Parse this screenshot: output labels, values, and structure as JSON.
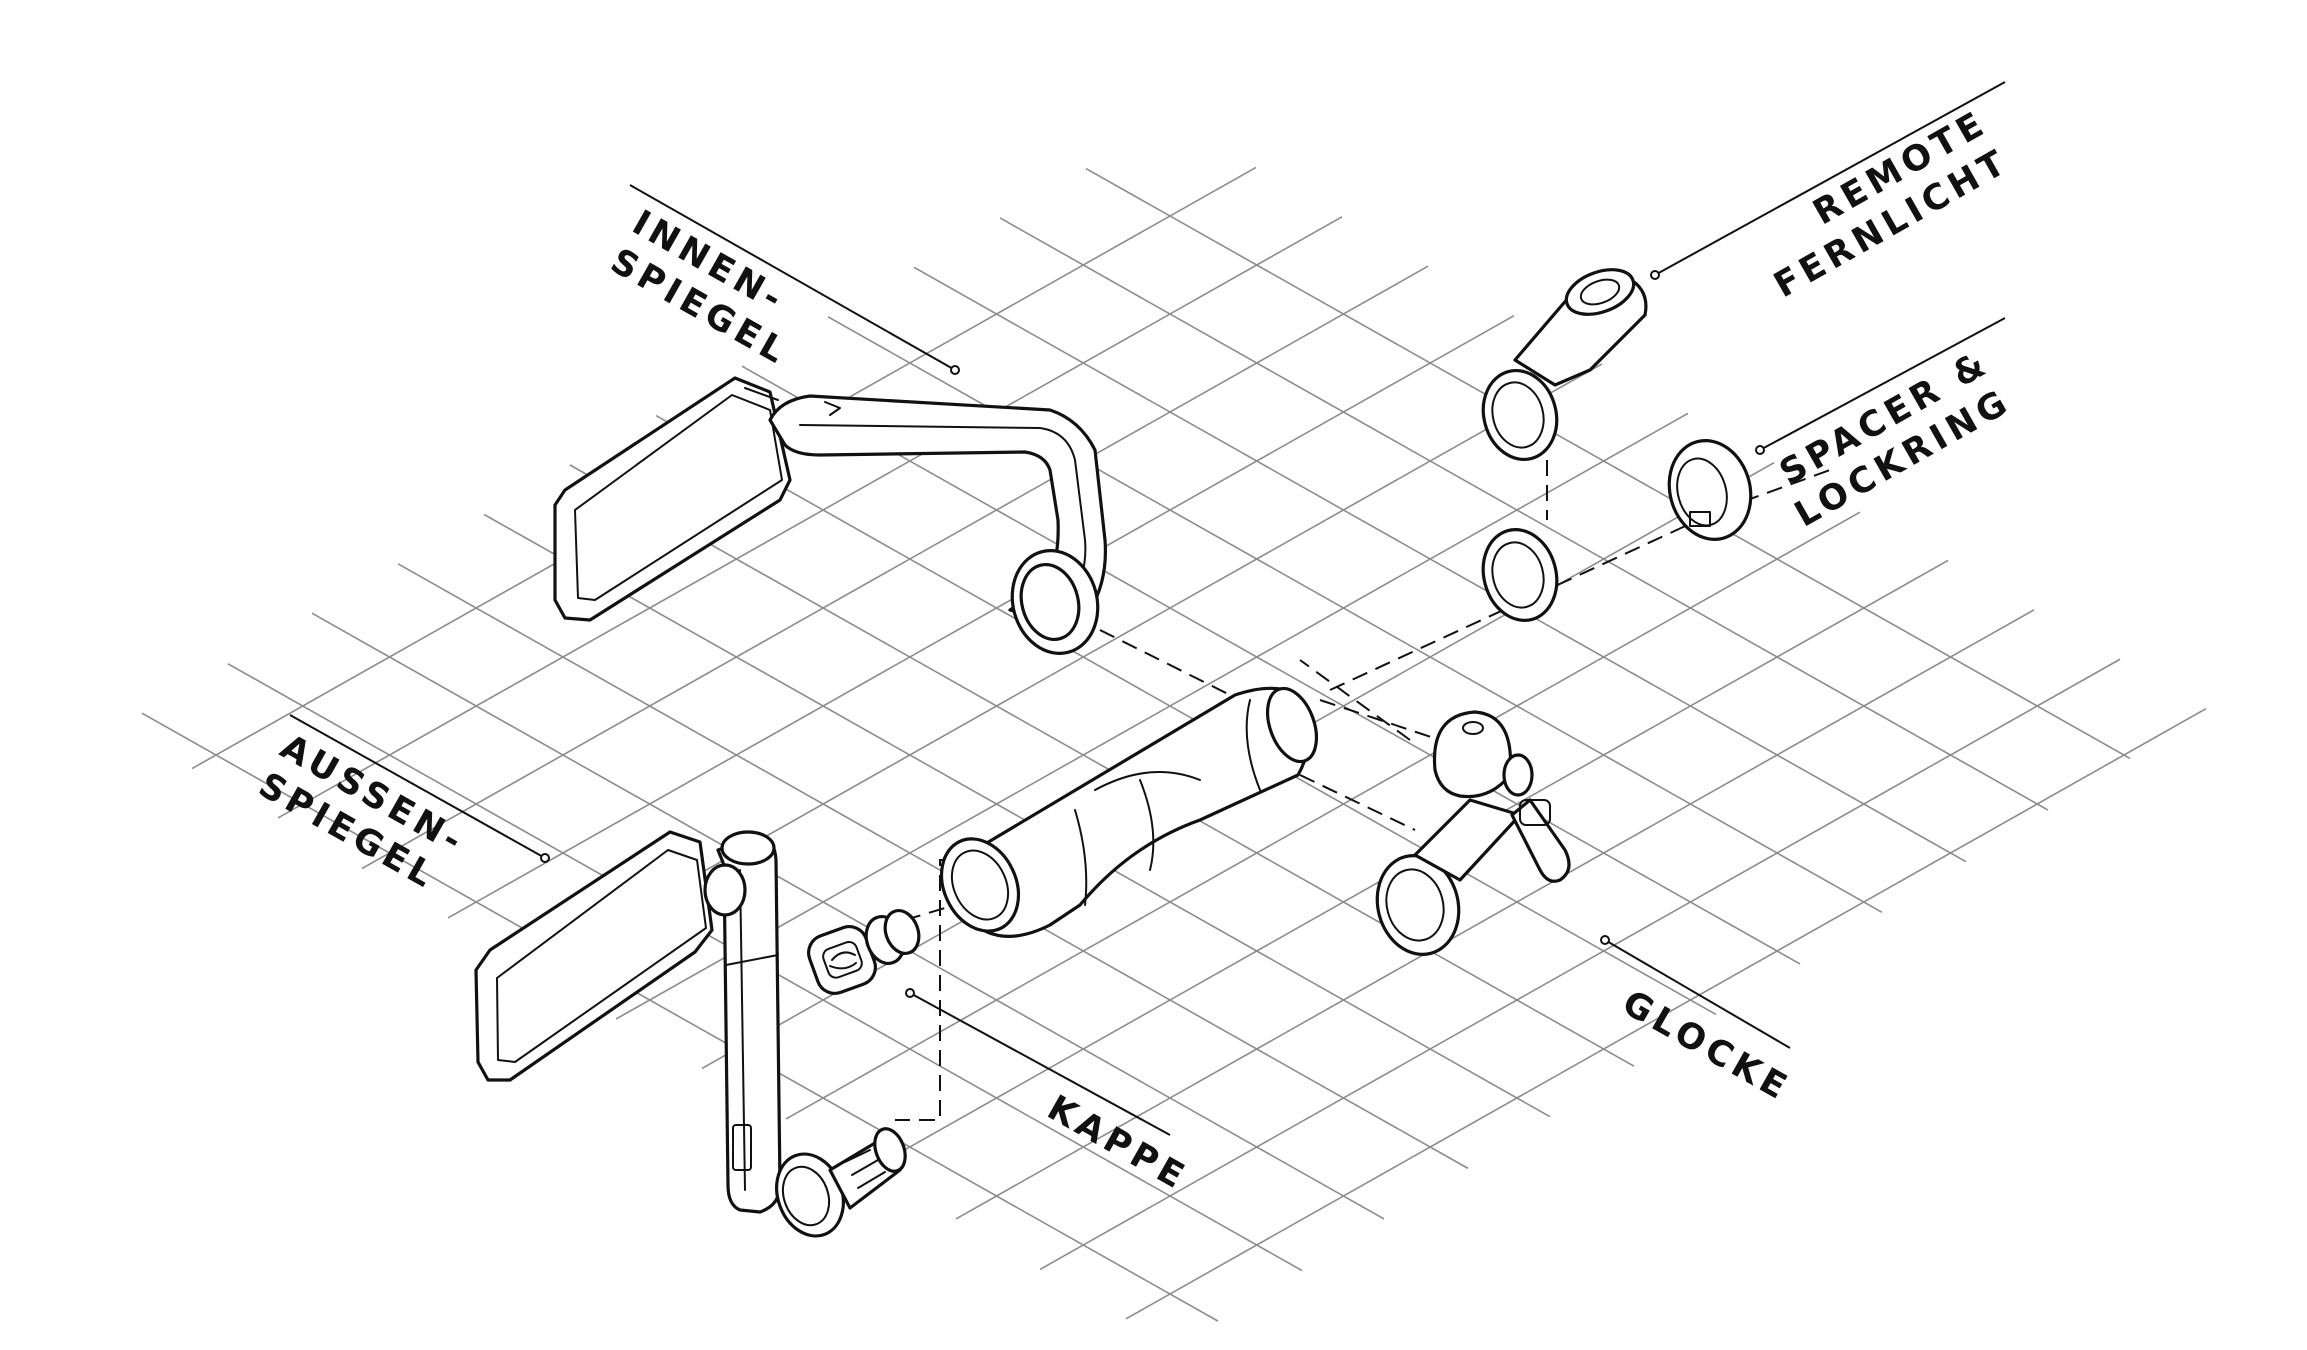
{
  "labels": {
    "inner_mirror": [
      "INNEN-",
      "SPIEGEL"
    ],
    "outer_mirror": [
      "AUSSEN-",
      "SPIEGEL"
    ],
    "remote": [
      "REMOTE",
      "FERNLICHT"
    ],
    "spacer": [
      "SPACER &",
      "LOCKRING"
    ],
    "kappe": "KAPPE",
    "glocke": "GLOCKE"
  },
  "colors": {
    "ink": "#111111",
    "grid": "#8c8c8c",
    "background": "#ffffff"
  }
}
